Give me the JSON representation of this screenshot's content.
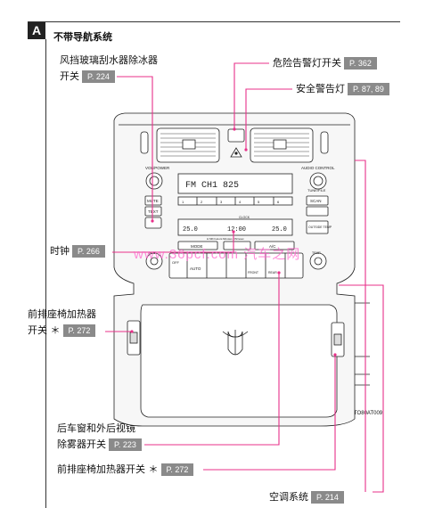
{
  "section": {
    "letter": "A",
    "title": "不带导航系统"
  },
  "callouts": {
    "wiper": {
      "line1": "风挡玻璃刮水器除冰器",
      "line2": "开关",
      "ref": "P. 224"
    },
    "hazard": {
      "text": "危险告警灯开关",
      "ref": "P. 362"
    },
    "security": {
      "text": "安全警告灯",
      "ref": "P. 87, 89"
    },
    "clock": {
      "text": "时钟",
      "ref": "P. 266"
    },
    "seat_left": {
      "line1": "前排座椅加热器",
      "line2": "开关 ＊",
      "ref": "P. 272"
    },
    "defogger": {
      "line1": "后车窗和外后视镜",
      "line2": "除雾器开关",
      "ref": "P. 223"
    },
    "seat_right": {
      "text": "前排座椅加热器开关 ＊",
      "ref": "P. 272"
    },
    "aircon": {
      "text": "空调系统",
      "ref": "P. 214"
    }
  },
  "watermark": "www.36pcf.com 汽车之网",
  "figure_code": "BTO80AT009",
  "panel": {
    "vol_power": "VOL/POWER",
    "audio_control": "AUDIO CONTROL",
    "tune_file": "TUNE/FILE",
    "radio_display": "FM  CH1   825",
    "presets": [
      "1",
      "2",
      "3",
      "4",
      "5",
      "6"
    ],
    "mute": "MUTE",
    "text_btn": "TEXT",
    "scan": "SCAN",
    "setup": "OUTSIDE TEMP",
    "clock_label": "CLOCK",
    "temp_left": "25.0",
    "clock_time": "12:00",
    "temp_right": "25.0",
    "hour_min": "H  MIN  Hours  Minutes  ON/reset",
    "mode": "MODE",
    "ac": "A/C",
    "off": "OFF",
    "auto": "AUTO",
    "front": "FRONT",
    "rear": "REAR",
    "temp_l_label": "TEMP",
    "temp_r_label": "TEMP"
  }
}
